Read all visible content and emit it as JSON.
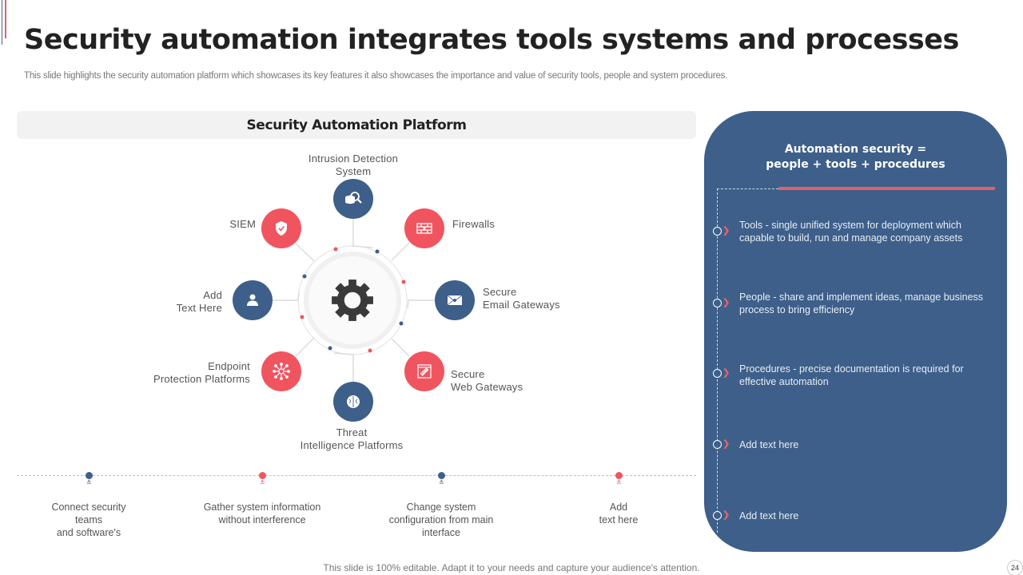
{
  "slide": {
    "title": "Security automation integrates tools systems and processes",
    "subtitle": "This slide highlights the security automation platform which showcases its key features it also showcases the importance and value of security tools, people and system procedures.",
    "footer": "This slide is 100% editable. Adapt it to your needs and capture your audience's attention.",
    "page_number": "24"
  },
  "colors": {
    "blue": "#3d5f8a",
    "red": "#f0555f",
    "accent_red": "#e0616b",
    "gear": "#3a3a3a"
  },
  "platform": {
    "header": "Security Automation Platform",
    "hub_icon": "gear-icon",
    "nodes": [
      {
        "id": "intrusion-detection",
        "label_lines": [
          "Intrusion Detection",
          "System"
        ],
        "icon": "database-search-icon",
        "color": "blue"
      },
      {
        "id": "firewalls",
        "label_lines": [
          "Firewalls"
        ],
        "icon": "firewall-icon",
        "color": "red"
      },
      {
        "id": "email-gateways",
        "label_lines": [
          "Secure",
          "Email Gateways"
        ],
        "icon": "envelope-icon",
        "color": "blue"
      },
      {
        "id": "web-gateways",
        "label_lines": [
          "Secure",
          "Web Gateways"
        ],
        "icon": "browser-link-icon",
        "color": "red"
      },
      {
        "id": "threat-intelligence",
        "label_lines": [
          "Threat",
          "Intelligence Platforms"
        ],
        "icon": "brain-icon",
        "color": "blue"
      },
      {
        "id": "endpoint-protection",
        "label_lines": [
          "Endpoint",
          "Protection Platforms"
        ],
        "icon": "network-hub-icon",
        "color": "red"
      },
      {
        "id": "add-text",
        "label_lines": [
          "Add",
          "Text Here"
        ],
        "icon": "user-icon",
        "color": "blue"
      },
      {
        "id": "siem",
        "label_lines": [
          "SIEM"
        ],
        "icon": "shield-check-icon",
        "color": "red"
      }
    ]
  },
  "timeline": [
    {
      "text": "Connect security\nteams\nand software's",
      "color": "blue"
    },
    {
      "text": "Gather system information\nwithout interference",
      "color": "red"
    },
    {
      "text": "Change  system\nconfiguration  from  main\ninterface",
      "color": "blue"
    },
    {
      "text": "Add\ntext here",
      "color": "red"
    }
  ],
  "panel": {
    "title_line1": "Automation security =",
    "title_line2": "people + tools + procedures",
    "bullets": [
      {
        "text": "Tools - single unified system for deployment which capable to build, run and manage company assets"
      },
      {
        "text": "People - share and implement ideas, manage business process to bring efficiency"
      },
      {
        "text": "Procedures - precise documentation is required for effective automation"
      },
      {
        "text": "Add text here"
      },
      {
        "text": "Add text here"
      }
    ]
  }
}
